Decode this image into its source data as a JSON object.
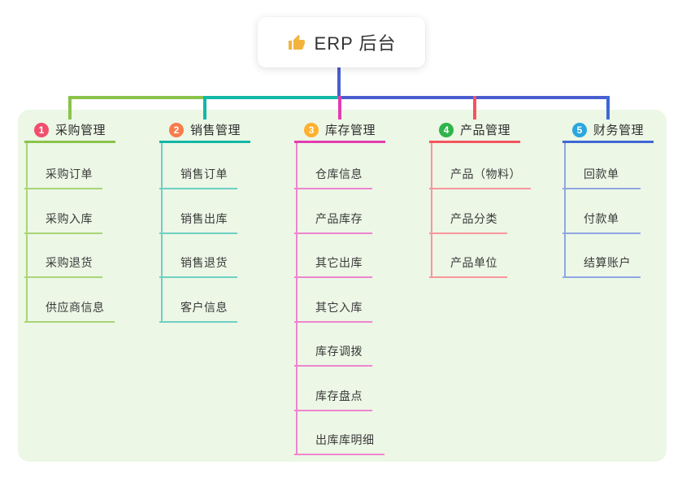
{
  "root": {
    "icon": "thumbs-up-icon",
    "title": "ERP 后台"
  },
  "branches": [
    {
      "number": "1",
      "title": "采购管理",
      "badge_color": "#f0506e",
      "line_color": "#8bc34a",
      "light_line_color": "#a9d578",
      "children": [
        "采购订单",
        "采购入库",
        "采购退货",
        "供应商信息"
      ]
    },
    {
      "number": "2",
      "title": "销售管理",
      "badge_color": "#f87c4b",
      "line_color": "#12b7a6",
      "light_line_color": "#6fd0c3",
      "children": [
        "销售订单",
        "销售出库",
        "销售退货",
        "客户信息"
      ]
    },
    {
      "number": "3",
      "title": "库存管理",
      "badge_color": "#ffb02e",
      "line_color": "#e23cb0",
      "light_line_color": "#ee85cf",
      "children": [
        "仓库信息",
        "产品库存",
        "其它出库",
        "其它入库",
        "库存调拨",
        "库存盘点",
        "出库库明细"
      ]
    },
    {
      "number": "4",
      "title": "产品管理",
      "badge_color": "#2eb44b",
      "line_color": "#f4555f",
      "light_line_color": "#f8969c",
      "children": [
        "产品（物料）",
        "产品分类",
        "产品单位"
      ]
    },
    {
      "number": "5",
      "title": "财务管理",
      "badge_color": "#2ba7de",
      "line_color": "#3f68d4",
      "light_line_color": "#8fa6e2",
      "children": [
        "回款单",
        "付款单",
        "结算账户"
      ]
    }
  ],
  "colors": {
    "canvas_bg": "#ffffff",
    "panel_bg": "#ecf7e6",
    "root_line": "#4a5ed0",
    "icon_color": "#f2b43c",
    "root_text": "#333333"
  }
}
